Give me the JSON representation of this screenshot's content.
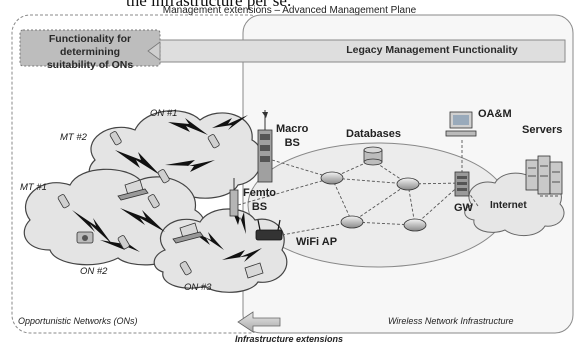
{
  "header": {
    "fragment_text": "the infrastructure per se.",
    "title": "Management extensions – Advanced Management Plane"
  },
  "boxes": {
    "functionality_line1": "Functionality for determining",
    "functionality_line2": "suitability of ONs",
    "legacy": "Legacy Management Functionality"
  },
  "networks": {
    "on1": "ON #1",
    "on2": "ON #2",
    "on3": "ON #3",
    "mt1": "MT #1",
    "mt2": "MT #2"
  },
  "nodes": {
    "macro_bs_line1": "Macro",
    "macro_bs_line2": "BS",
    "femto_bs_line1": "Femto",
    "femto_bs_line2": "BS",
    "databases": "Databases",
    "oam": "OA&M",
    "servers": "Servers",
    "internet": "Internet",
    "gw": "GW",
    "wifi_ap": "WiFi AP"
  },
  "footer": {
    "left_panel": "Opportunistic Networks (ONs)",
    "right_panel": "Wireless Network Infrastructure",
    "arrow_label": "Infrastructure extensions"
  },
  "colors": {
    "left_box_fill": "#bdbdbd",
    "legacy_box_fill": "#dcdcdc",
    "cloud_fill": "#e4e4e4",
    "cloud_stroke": "#444444",
    "wired_area_fill": "#ececec"
  }
}
